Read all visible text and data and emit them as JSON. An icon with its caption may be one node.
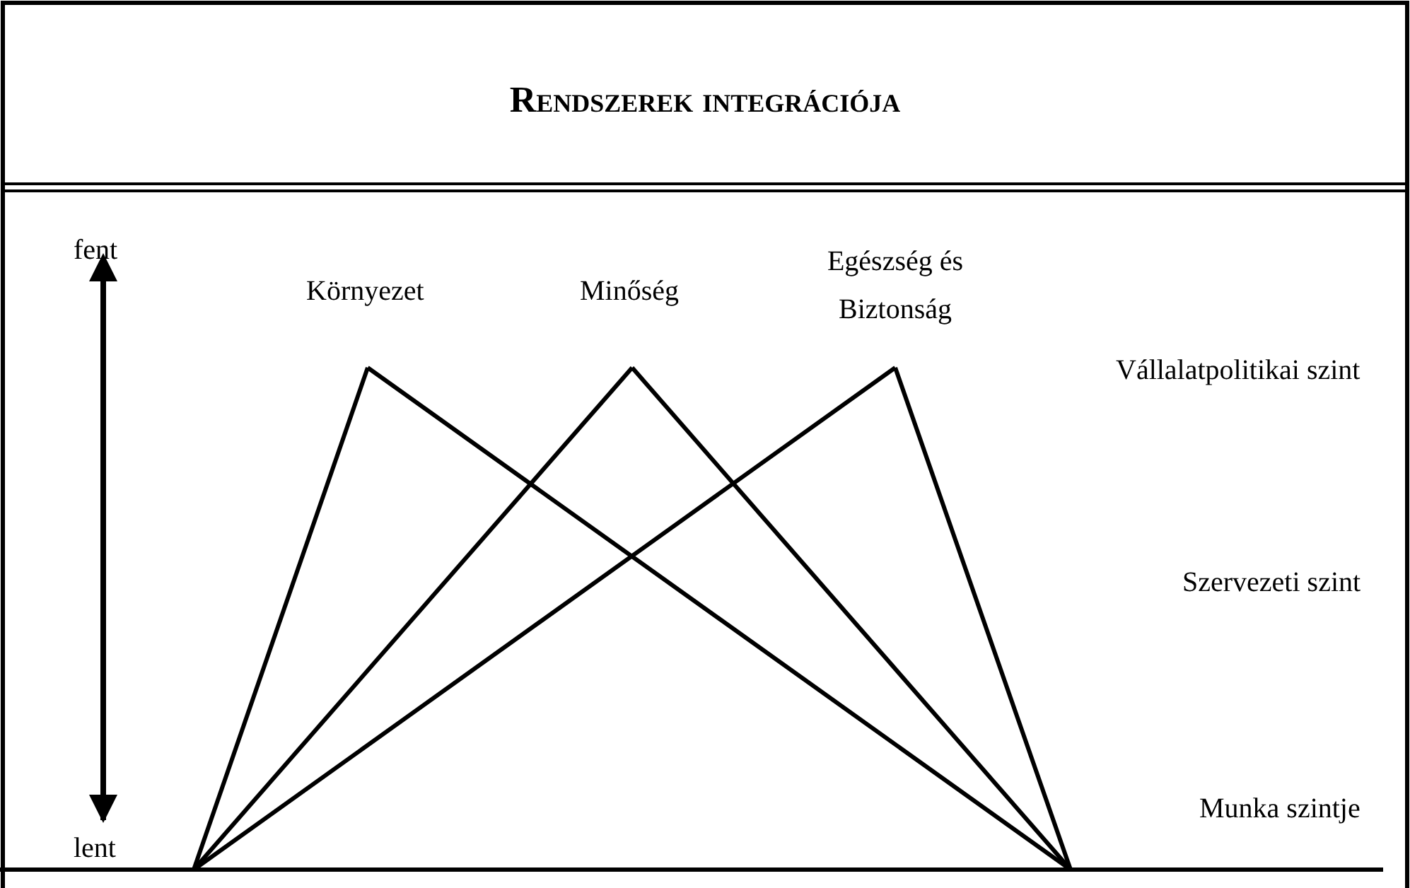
{
  "diagram": {
    "title": "Rendszerek integrációja",
    "nodes": [
      {
        "text": [
          "fent"
        ]
      },
      {
        "text": [
          "lent"
        ]
      }
    ],
    "edges": [
      {
        "from": 0,
        "to": 1,
        "arrow": "both"
      }
    ],
    "labels": [
      "Környezet",
      "Minőség",
      "Egészség és Biztonság",
      "Vállalatpolitikai szint",
      "Szervezeti szint",
      "Munka szintje"
    ]
  }
}
